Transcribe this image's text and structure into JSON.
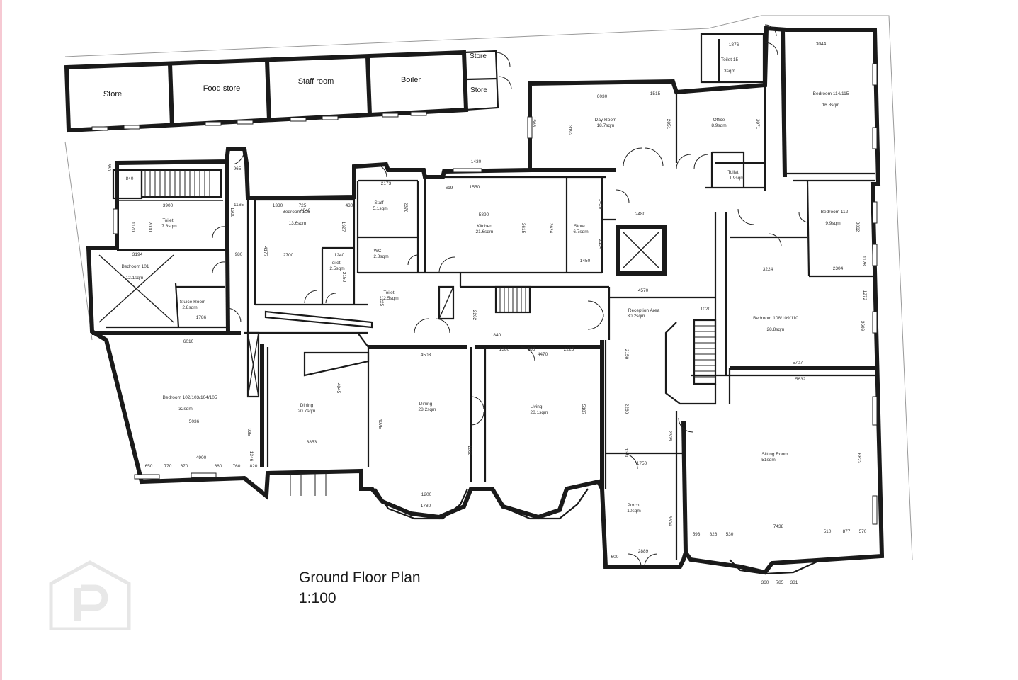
{
  "title": {
    "line1": "Ground Floor Plan",
    "line2": "1:100"
  },
  "watermark": {
    "icon": "property-logo-icon",
    "letter": "P"
  },
  "rooms": [
    {
      "id": "store-outbuilding",
      "name": "Store",
      "area": ""
    },
    {
      "id": "food-store",
      "name": "Food store",
      "area": ""
    },
    {
      "id": "staff-room",
      "name": "Staff room",
      "area": ""
    },
    {
      "id": "boiler",
      "name": "Boiler",
      "area": ""
    },
    {
      "id": "store-top-1",
      "name": "Store",
      "area": ""
    },
    {
      "id": "store-top-2",
      "name": "Store",
      "area": ""
    },
    {
      "id": "day-room",
      "name": "Day Room",
      "area": "18.7sqm"
    },
    {
      "id": "office",
      "name": "Office",
      "area": "8.9sqm"
    },
    {
      "id": "toilet-15",
      "name": "Toilet 15",
      "area": "3sqm"
    },
    {
      "id": "bedroom-114-115",
      "name": "Bedroom 114/115",
      "area": "16.8sqm"
    },
    {
      "id": "toilet-1-9",
      "name": "Toilet",
      "area": "1.9sqm"
    },
    {
      "id": "bedroom-112",
      "name": "Bedroom 112",
      "area": "9.9sqm"
    },
    {
      "id": "toilet-7-8",
      "name": "Toilet",
      "area": "7.8sqm"
    },
    {
      "id": "bedroom-106",
      "name": "Bedroom 106",
      "area": "13.6sqm"
    },
    {
      "id": "staff",
      "name": "Staff",
      "area": "5.1sqm"
    },
    {
      "id": "kitchen",
      "name": "Kitchen",
      "area": "21.6sqm"
    },
    {
      "id": "store-6-7",
      "name": "Store",
      "area": "6.7sqm"
    },
    {
      "id": "wc",
      "name": "WC",
      "area": "2.8sqm"
    },
    {
      "id": "toilet-2-5a",
      "name": "Toilet",
      "area": "2.5sqm"
    },
    {
      "id": "bedroom-101",
      "name": "Bedroom 101",
      "area": "12.1sqm"
    },
    {
      "id": "sluice-room",
      "name": "Sluice Room",
      "area": "2.8sqm"
    },
    {
      "id": "toilet-2-5b",
      "name": "Toilet",
      "area": "2.5sqm"
    },
    {
      "id": "reception-area",
      "name": "Reception Area",
      "area": "30.2sqm"
    },
    {
      "id": "bedroom-108-109-110",
      "name": "Bedroom 108/109/110",
      "area": "28.8sqm"
    },
    {
      "id": "bedroom-102-105",
      "name": "Bedroom 102/103/104/105",
      "area": "32sqm"
    },
    {
      "id": "dining-20-7",
      "name": "Dining",
      "area": "20.7sqm"
    },
    {
      "id": "dining-28-2",
      "name": "Dining",
      "area": "28.2sqm"
    },
    {
      "id": "living",
      "name": "Living",
      "area": "28.1sqm"
    },
    {
      "id": "sitting-room",
      "name": "Sitting Room",
      "area": "51sqm"
    },
    {
      "id": "porch",
      "name": "Porch",
      "area": "10sqm"
    }
  ],
  "dimensions": [
    "6030",
    "1515",
    "3192",
    "1563",
    "2051",
    "3071",
    "1430",
    "1550",
    "619",
    "2173",
    "2370",
    "5890",
    "3615",
    "3624",
    "1420",
    "2134",
    "1450",
    "2480",
    "3900",
    "2000",
    "1170",
    "1330",
    "4040",
    "725",
    "430",
    "1927",
    "4177",
    "2700",
    "1240",
    "2150",
    "3194",
    "1786",
    "1225",
    "2262",
    "1840",
    "4570",
    "1020",
    "4503",
    "1380",
    "865",
    "4470",
    "2225",
    "6010",
    "5036",
    "4900",
    "3853",
    "4045",
    "4075",
    "1800",
    "5187",
    "2150",
    "2260",
    "1330",
    "1750",
    "2305",
    "1200",
    "1780",
    "3224",
    "3609",
    "5707",
    "5632",
    "6822",
    "7438",
    "3604",
    "2889",
    "3044",
    "1876",
    "2304",
    "3862",
    "1128",
    "1272",
    "650",
    "770",
    "670",
    "660",
    "760",
    "820",
    "593",
    "826",
    "530",
    "510",
    "877",
    "570",
    "360",
    "785",
    "331",
    "600",
    "1346",
    "925",
    "1165",
    "980",
    "1300",
    "965",
    "840",
    "380"
  ]
}
